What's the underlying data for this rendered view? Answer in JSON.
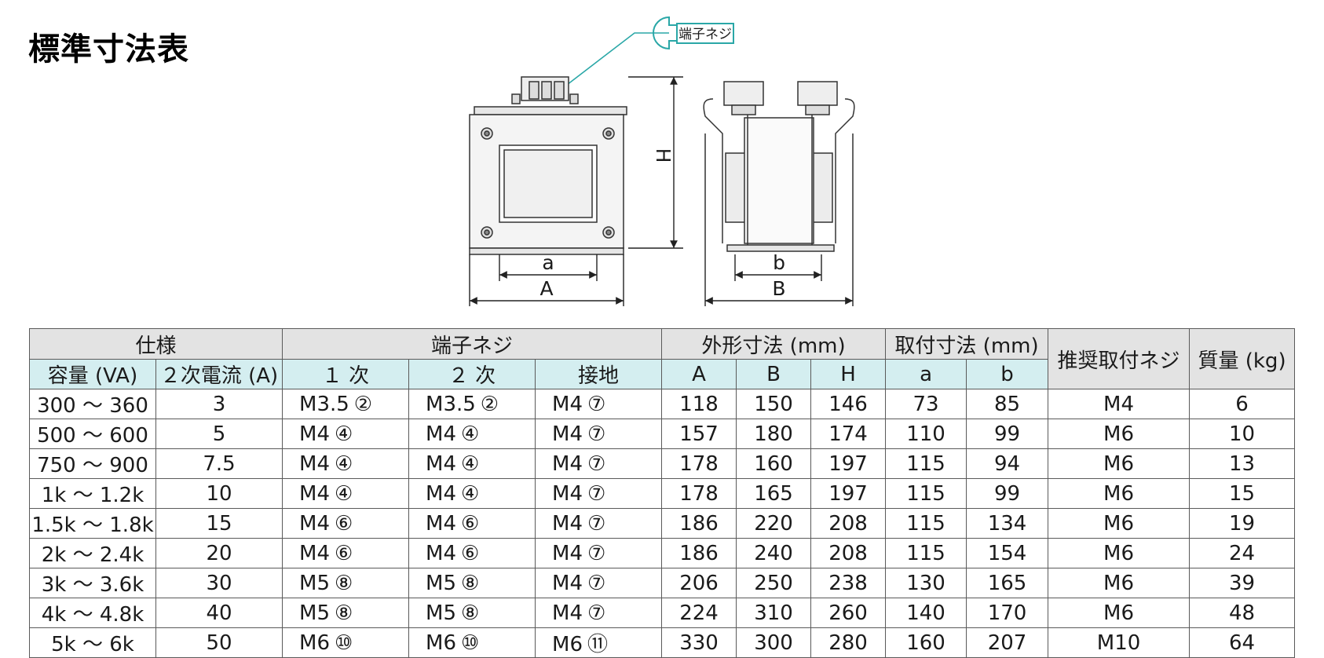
{
  "page": {
    "title": "標準寸法表"
  },
  "drawing": {
    "callout_label": "端子ネジ",
    "dim_labels": {
      "H": "H",
      "a": "a",
      "A": "A",
      "b": "b",
      "B": "B"
    }
  },
  "table": {
    "group_headers": {
      "spec": "仕様",
      "terminal": "端子ネジ",
      "outer": "外形寸法 (mm)",
      "mount": "取付寸法 (mm)",
      "screw": "推奨取付ネジ",
      "mass": "質量 (kg)"
    },
    "sub_headers": {
      "capacity": "容量 (VA)",
      "secondary_current": "２次電流 (A)",
      "primary": "１ 次",
      "secondary": "２ 次",
      "ground": "接地",
      "A": "A",
      "B": "B",
      "H": "H",
      "a": "a",
      "b": "b"
    },
    "rows": [
      {
        "capacity": "300 ～ 360",
        "current": "3",
        "primary": {
          "size": "M3.5",
          "mark": "②"
        },
        "secondary": {
          "size": "M3.5",
          "mark": "②"
        },
        "ground": {
          "size": "M4",
          "mark": "⑦"
        },
        "A": "118",
        "B": "150",
        "H": "146",
        "a": "73",
        "b": "85",
        "screw": "M4",
        "mass": "6"
      },
      {
        "capacity": "500 ～ 600",
        "current": "5",
        "primary": {
          "size": "M4",
          "mark": "④"
        },
        "secondary": {
          "size": "M4",
          "mark": "④"
        },
        "ground": {
          "size": "M4",
          "mark": "⑦"
        },
        "A": "157",
        "B": "180",
        "H": "174",
        "a": "110",
        "b": "99",
        "screw": "M6",
        "mass": "10"
      },
      {
        "capacity": "750 ～ 900",
        "current": "7.5",
        "primary": {
          "size": "M4",
          "mark": "④"
        },
        "secondary": {
          "size": "M4",
          "mark": "④"
        },
        "ground": {
          "size": "M4",
          "mark": "⑦"
        },
        "A": "178",
        "B": "160",
        "H": "197",
        "a": "115",
        "b": "94",
        "screw": "M6",
        "mass": "13"
      },
      {
        "capacity": "1k ～ 1.2k",
        "current": "10",
        "primary": {
          "size": "M4",
          "mark": "④"
        },
        "secondary": {
          "size": "M4",
          "mark": "④"
        },
        "ground": {
          "size": "M4",
          "mark": "⑦"
        },
        "A": "178",
        "B": "165",
        "H": "197",
        "a": "115",
        "b": "99",
        "screw": "M6",
        "mass": "15"
      },
      {
        "capacity": "1.5k ～ 1.8k",
        "current": "15",
        "primary": {
          "size": "M4",
          "mark": "⑥"
        },
        "secondary": {
          "size": "M4",
          "mark": "⑥"
        },
        "ground": {
          "size": "M4",
          "mark": "⑦"
        },
        "A": "186",
        "B": "220",
        "H": "208",
        "a": "115",
        "b": "134",
        "screw": "M6",
        "mass": "19"
      },
      {
        "capacity": "2k ～ 2.4k",
        "current": "20",
        "primary": {
          "size": "M4",
          "mark": "⑥"
        },
        "secondary": {
          "size": "M4",
          "mark": "⑥"
        },
        "ground": {
          "size": "M4",
          "mark": "⑦"
        },
        "A": "186",
        "B": "240",
        "H": "208",
        "a": "115",
        "b": "154",
        "screw": "M6",
        "mass": "24"
      },
      {
        "capacity": "3k ～ 3.6k",
        "current": "30",
        "primary": {
          "size": "M5",
          "mark": "⑧"
        },
        "secondary": {
          "size": "M5",
          "mark": "⑧"
        },
        "ground": {
          "size": "M4",
          "mark": "⑦"
        },
        "A": "206",
        "B": "250",
        "H": "238",
        "a": "130",
        "b": "165",
        "screw": "M6",
        "mass": "39"
      },
      {
        "capacity": "4k ～ 4.8k",
        "current": "40",
        "primary": {
          "size": "M5",
          "mark": "⑧"
        },
        "secondary": {
          "size": "M5",
          "mark": "⑧"
        },
        "ground": {
          "size": "M4",
          "mark": "⑦"
        },
        "A": "224",
        "B": "310",
        "H": "260",
        "a": "140",
        "b": "170",
        "screw": "M6",
        "mass": "48"
      },
      {
        "capacity": "5k ～ 6k",
        "current": "50",
        "primary": {
          "size": "M6",
          "mark": "⑩"
        },
        "secondary": {
          "size": "M6",
          "mark": "⑩"
        },
        "ground": {
          "size": "M6",
          "mark": "⑪"
        },
        "A": "330",
        "B": "300",
        "H": "280",
        "a": "160",
        "b": "207",
        "screw": "M10",
        "mass": "64"
      }
    ]
  },
  "colors": {
    "group_header_bg": "#e3e3e3",
    "sub_header_bg": "#d4eef0",
    "leader_line": "#2aa7a7",
    "border": "#5a5a5a"
  }
}
